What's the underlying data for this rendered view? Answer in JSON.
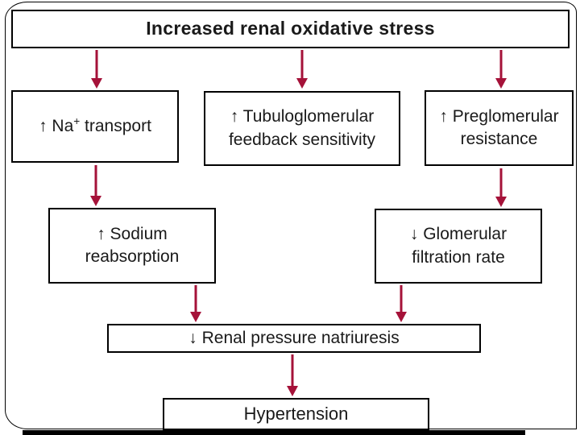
{
  "slide": {
    "title": "Increased renal oxidative stress",
    "boxes": {
      "na_transport": {
        "prefix": "↑ Na",
        "superscript": "+",
        "suffix": " transport"
      },
      "tubuloglomerular": "↑ Tubuloglomerular\nfeedback sensitivity",
      "preglomerular": "↑ Preglomerular\nresistance",
      "sodium_reabsorption": "↑ Sodium\nreabsorption",
      "glomerular_filtration": "↓ Glomerular\nfiltration rate",
      "renal_pressure_natriuresis": "↓ Renal pressure natriuresis",
      "hypertension": "Hypertension"
    },
    "colors": {
      "arrow": "#A51239",
      "box_border": "#000000",
      "text": "#1A1A1A",
      "background": "#FFFFFF"
    }
  }
}
